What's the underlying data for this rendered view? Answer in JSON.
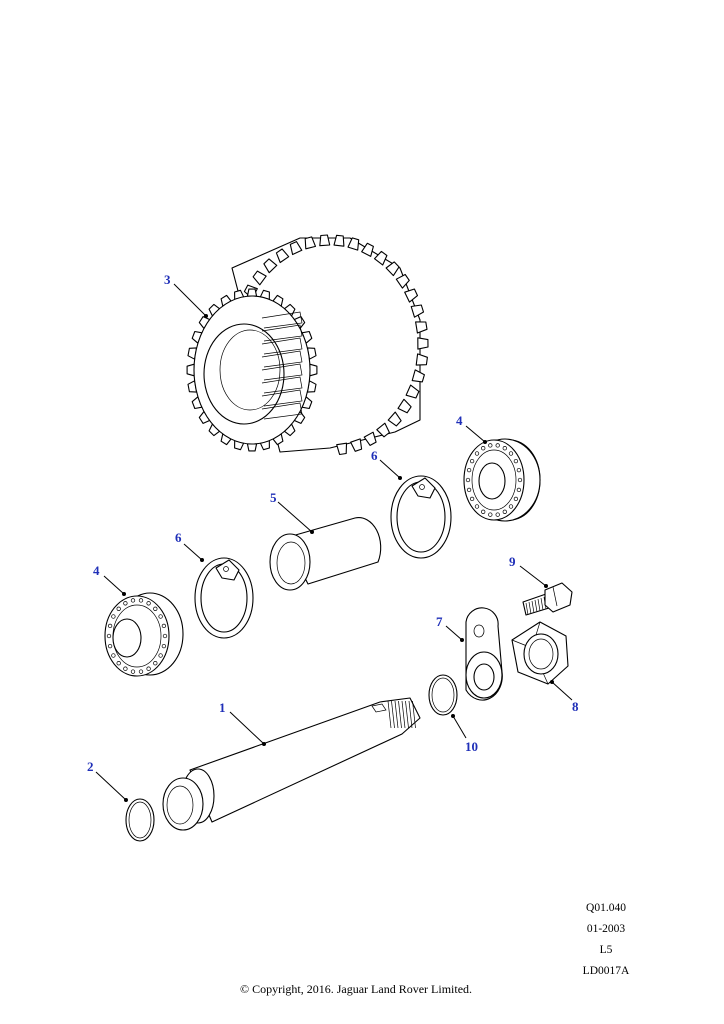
{
  "callouts": {
    "c1": "1",
    "c2": "2",
    "c3": "3",
    "c4a": "4",
    "c4b": "4",
    "c5": "5",
    "c6a": "6",
    "c6b": "6",
    "c7": "7",
    "c8": "8",
    "c9": "9",
    "c10": "10"
  },
  "info": {
    "code": "Q01.040",
    "date": "01-2003",
    "level": "L5",
    "ref": "LD0017A"
  },
  "copyright": "© Copyright, 2016. Jaguar Land Rover Limited.",
  "colors": {
    "callout": "#1f2fb8",
    "line": "#000000"
  }
}
